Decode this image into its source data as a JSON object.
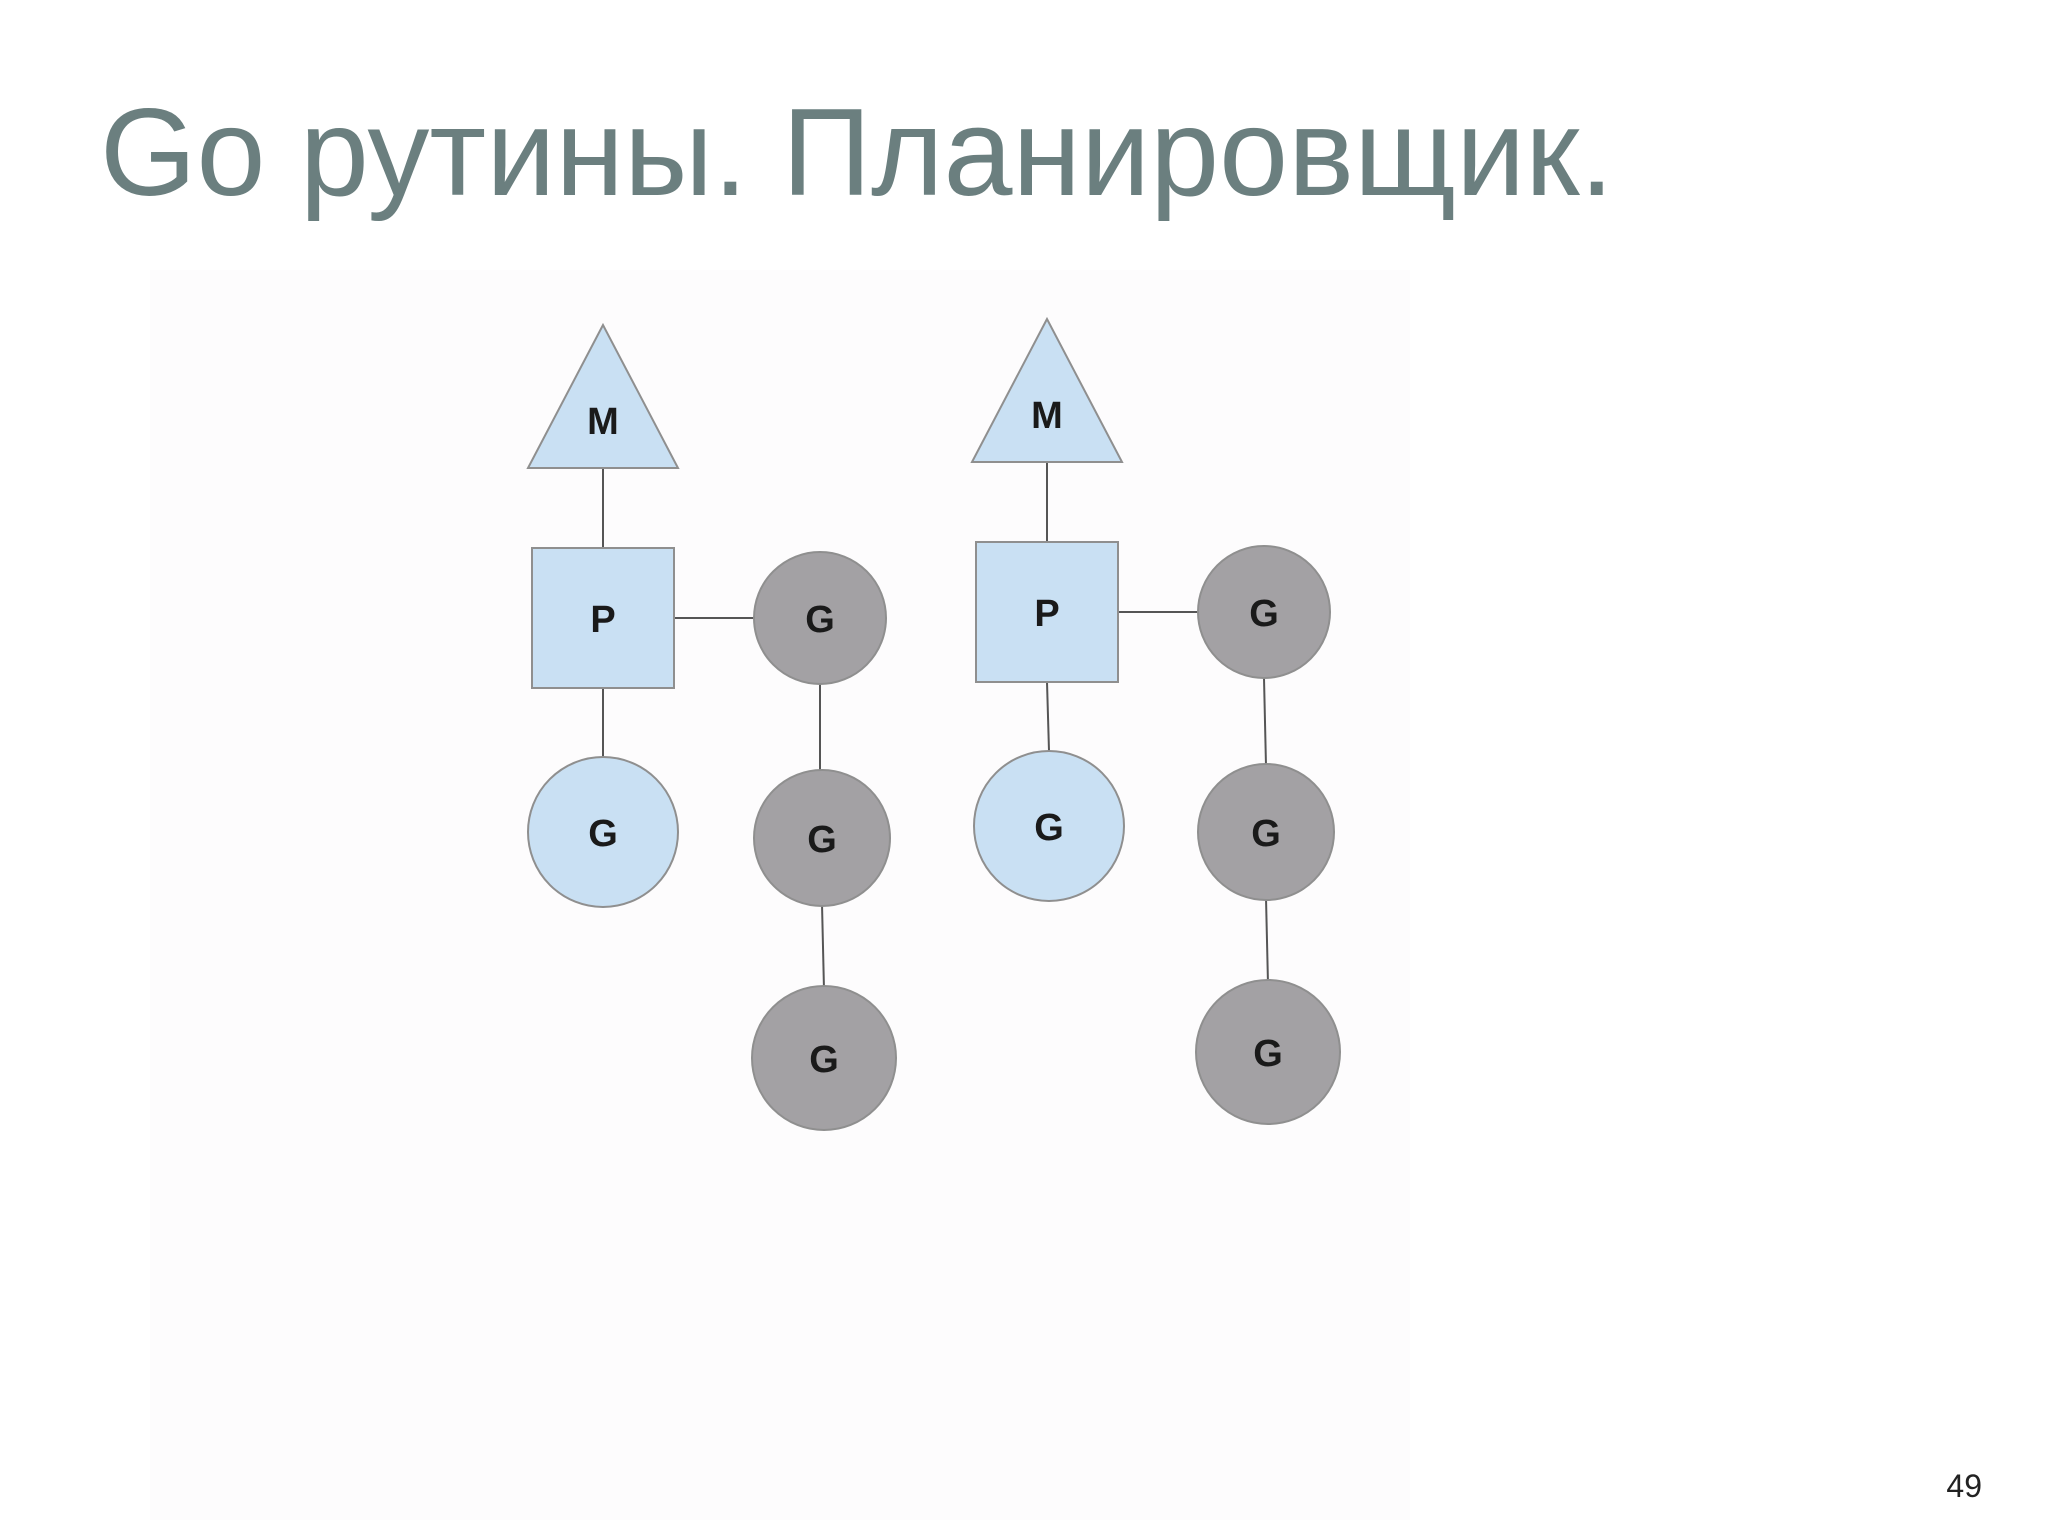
{
  "slide": {
    "title": "Go рутины. Планировщик.",
    "page_number": "49"
  },
  "colors": {
    "title": "#6b7f7f",
    "light_fill": "#c9e0f3",
    "dark_fill": "#a3a1a4",
    "stroke": "#8f8f8f",
    "connector": "#555555",
    "label": "#1a1a1a"
  },
  "diagram": {
    "groups": [
      {
        "machine": {
          "label": "M"
        },
        "processor": {
          "label": "P"
        },
        "running_goroutine": {
          "label": "G"
        },
        "queue": [
          {
            "label": "G"
          },
          {
            "label": "G"
          },
          {
            "label": "G"
          }
        ]
      },
      {
        "machine": {
          "label": "M"
        },
        "processor": {
          "label": "P"
        },
        "running_goroutine": {
          "label": "G"
        },
        "queue": [
          {
            "label": "G"
          },
          {
            "label": "G"
          },
          {
            "label": "G"
          }
        ]
      }
    ]
  }
}
